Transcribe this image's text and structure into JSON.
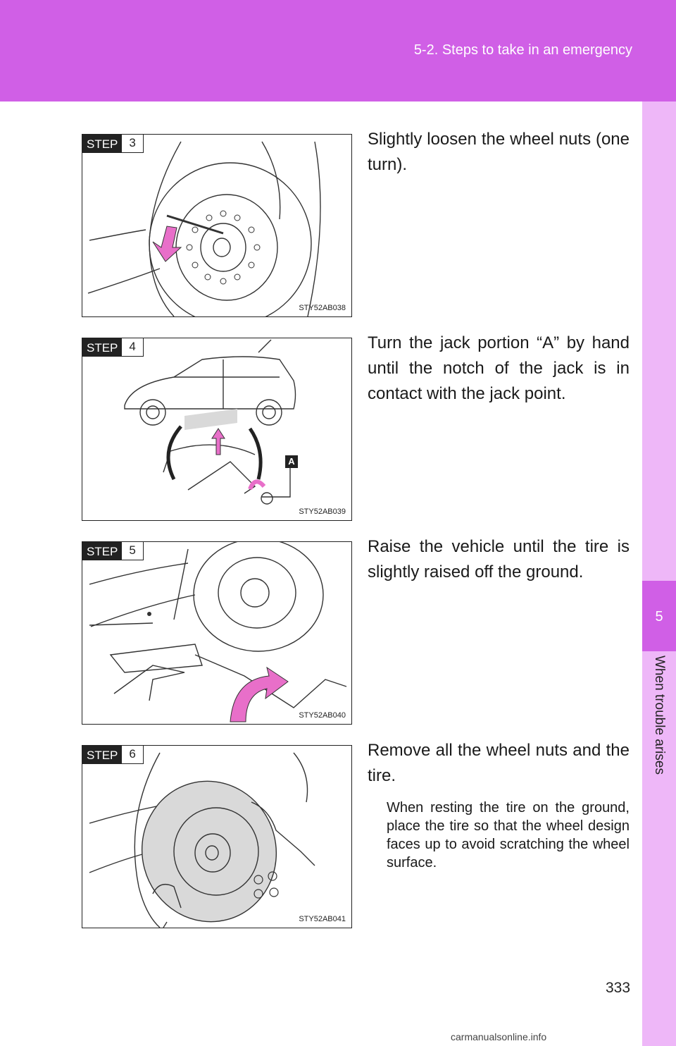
{
  "header": {
    "section_title": "5-2. Steps to take in an emergency"
  },
  "side_tab": {
    "chapter_number": "5",
    "chapter_title": "When trouble arises"
  },
  "steps": [
    {
      "tag": "STEP",
      "number": "3",
      "figure_code": "STY52AB038",
      "text": "Slightly loosen the wheel nuts (one turn)."
    },
    {
      "tag": "STEP",
      "number": "4",
      "figure_code": "STY52AB039",
      "callout": "A",
      "text": "Turn the jack portion “A” by hand until the notch of the jack is in contact with the jack point."
    },
    {
      "tag": "STEP",
      "number": "5",
      "figure_code": "STY52AB040",
      "text": "Raise the vehicle until the tire is slightly raised off the ground."
    },
    {
      "tag": "STEP",
      "number": "6",
      "figure_code": "STY52AB041",
      "text": "Remove all the wheel nuts and the tire.",
      "note": "When resting the tire on the ground, place the tire so that the wheel design faces up to avoid scratching the wheel surface."
    }
  ],
  "page_number": "333",
  "footer": {
    "watermark": "carmanualsonline.info"
  },
  "colors": {
    "header": "#d05fe6",
    "side_band": "#eeb7f8",
    "arrow": "#e86fc9"
  }
}
